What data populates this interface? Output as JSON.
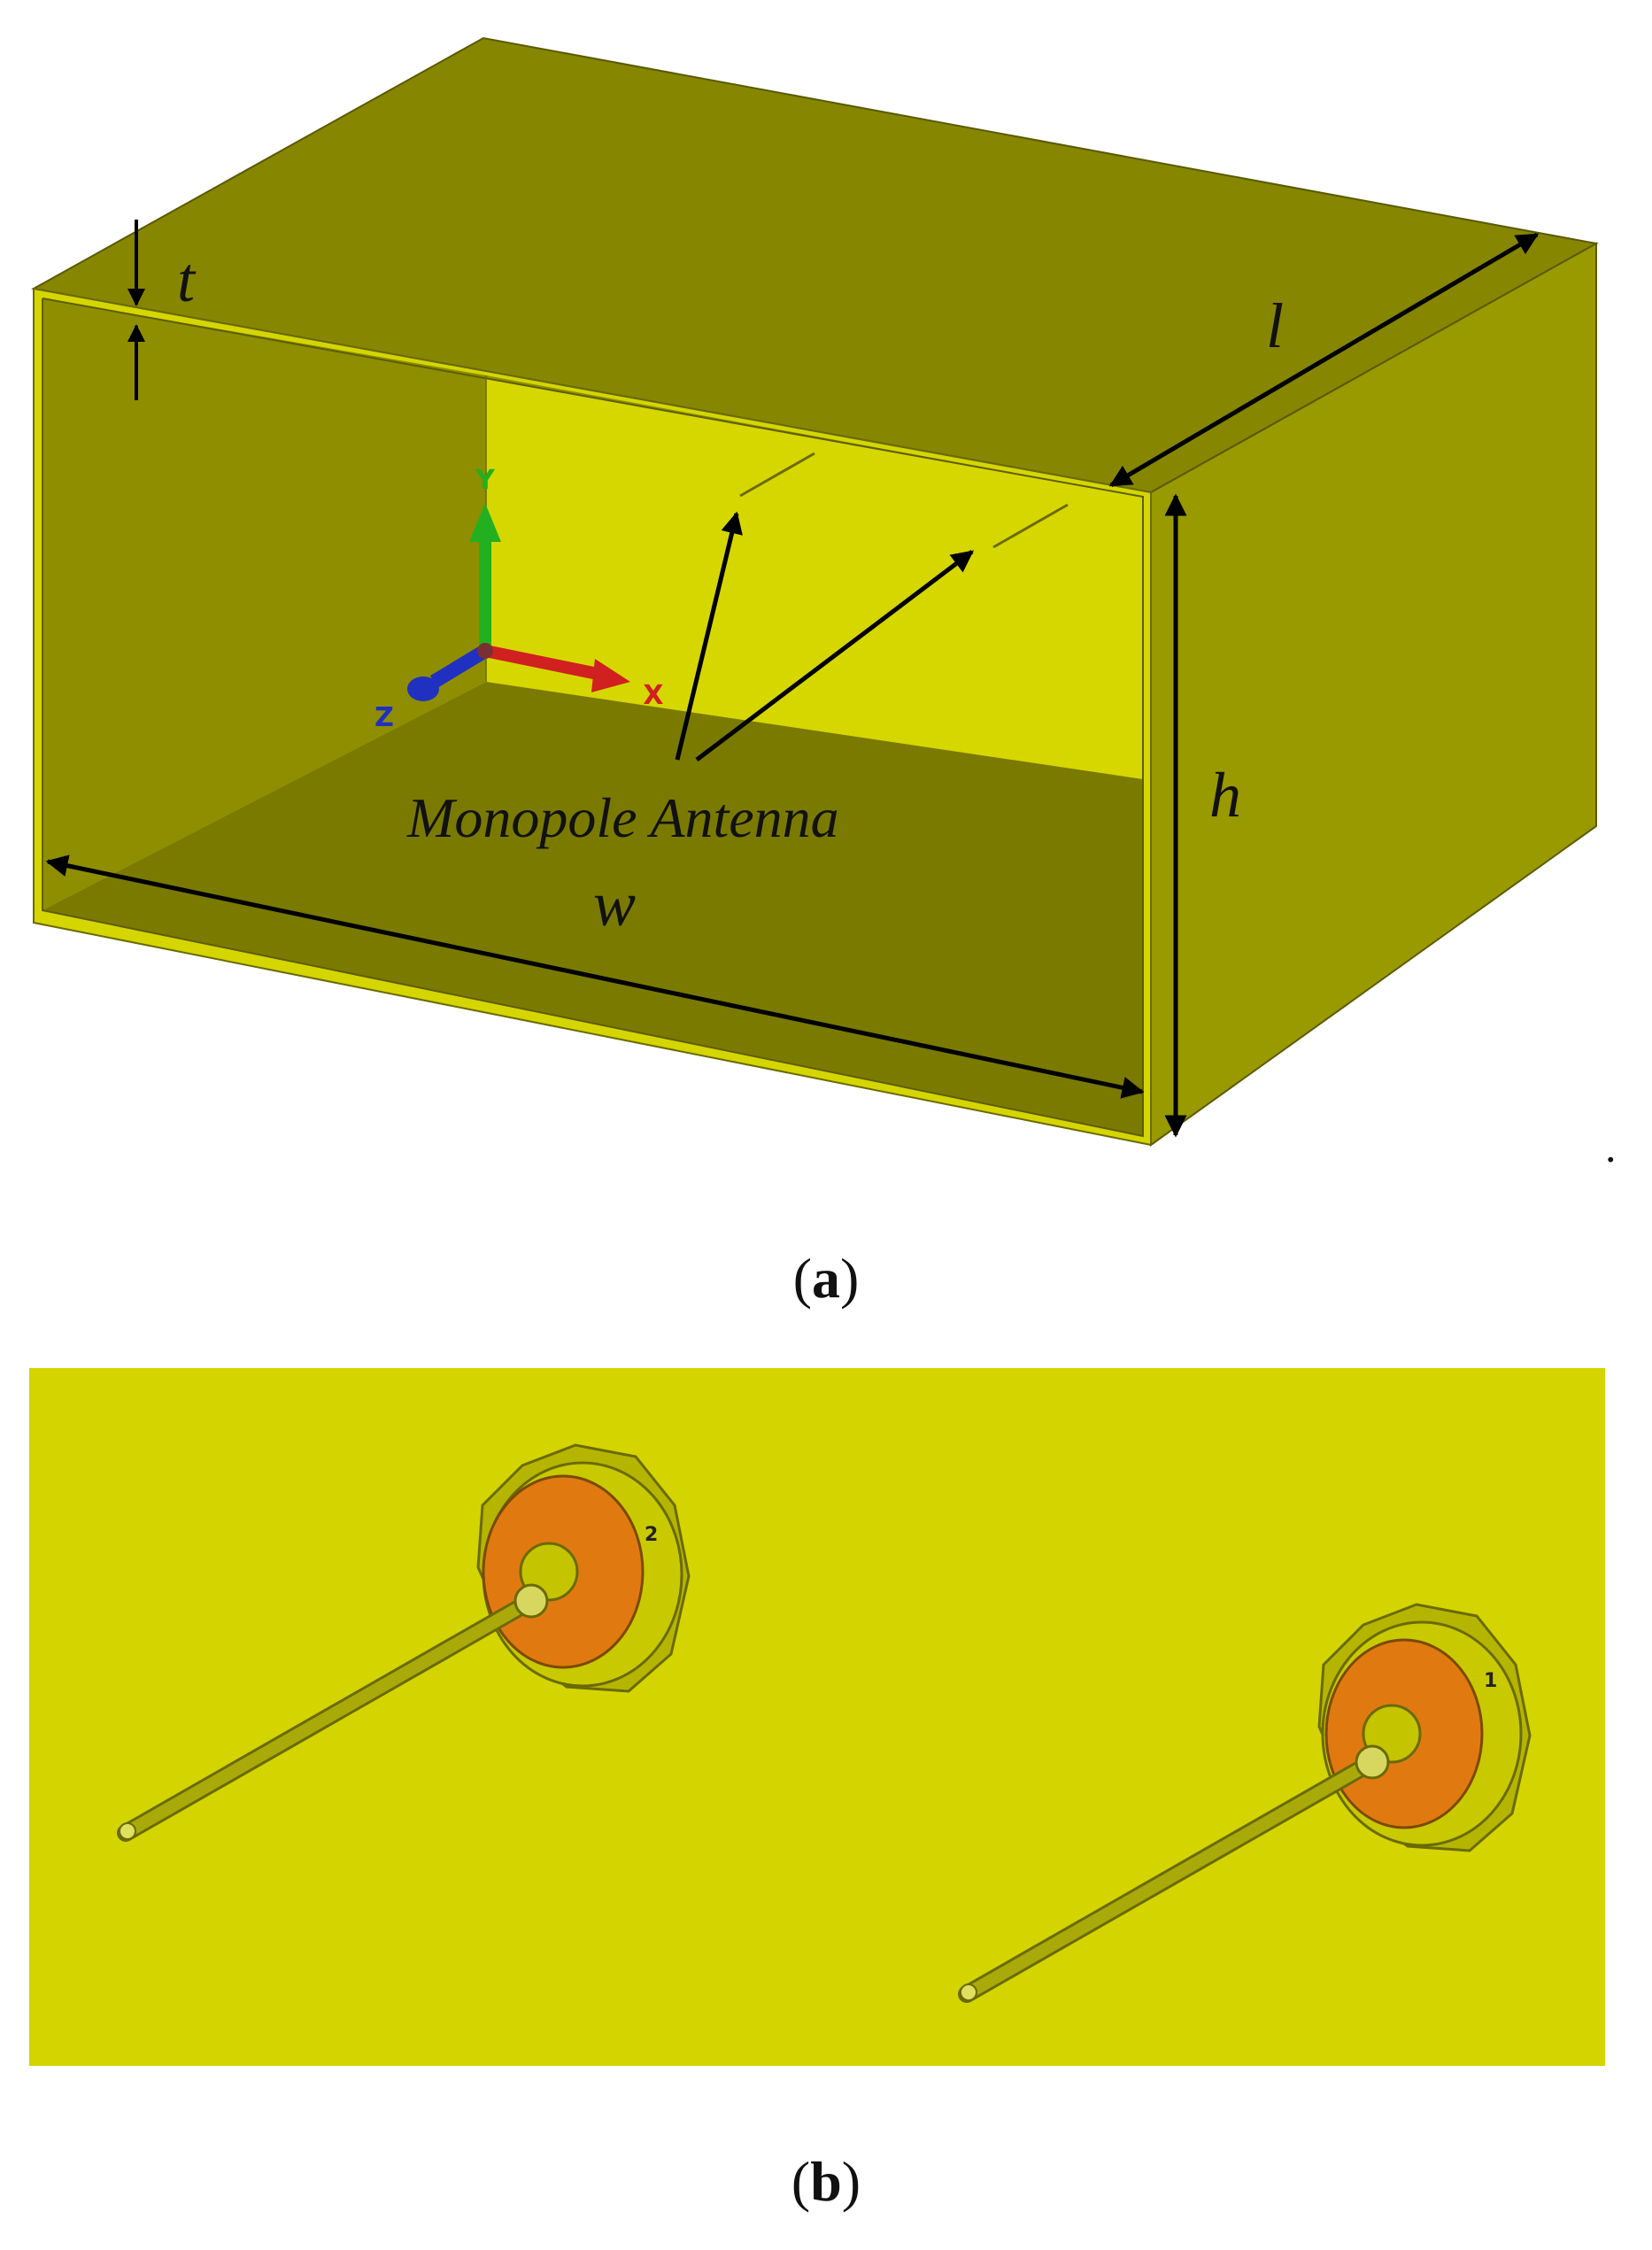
{
  "panel_a": {
    "dimension_labels": {
      "t": "t",
      "l": "l",
      "h": "h",
      "w": "w"
    },
    "annotation": "Monopole Antenna",
    "axis_labels": {
      "y": "Y",
      "z": "Z",
      "x": "X"
    },
    "trailing_mark": ".",
    "caption": {
      "open": "(",
      "letter": "a",
      "close": ")"
    }
  },
  "panel_b": {
    "port_labels": {
      "left": "2",
      "right": "1"
    },
    "caption": {
      "open": "(",
      "letter": "b",
      "close": ")"
    }
  },
  "colors": {
    "box_top": "#868600",
    "box_side": "#999900",
    "back_wall": "#d7d700",
    "floor": "#7a7a00",
    "inner_left_wall": "#8e8e00",
    "rim": "#d5d500",
    "plate": "#d4d400",
    "dielectric": "#e07a10",
    "probe": "#a9a90a",
    "axis_y": "#22b020",
    "axis_z": "#2030c0",
    "axis_x": "#d02020"
  }
}
